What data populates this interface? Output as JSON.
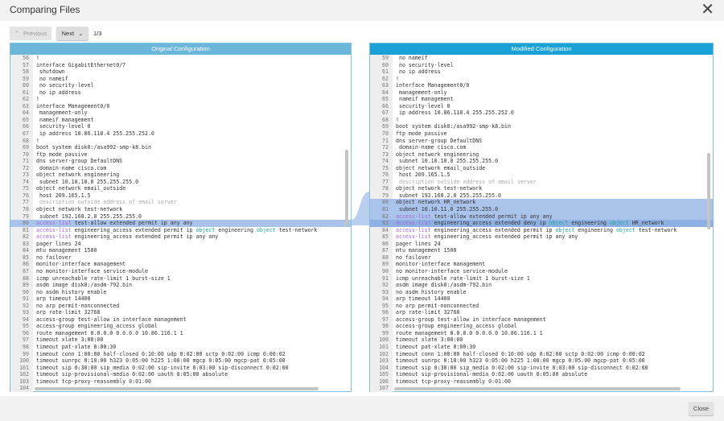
{
  "title": "Comparing Files",
  "nav": {
    "previous": "Previous",
    "next": "Next",
    "page": "1/3"
  },
  "footer": {
    "close": "Close"
  },
  "original": {
    "header": "Original Configuration",
    "start": 56,
    "highlight": [
      80
    ],
    "lines": [
      "!",
      "interface GigabitEthernet0/7",
      " shutdown",
      " no nameif",
      " no security-level",
      " no ip address",
      "!",
      "interface Management0/0",
      " management-only",
      " nameif management",
      " security-level 0",
      " ip address 10.86.118.4 255.255.252.0",
      "!",
      "boot system disk0:/asa992-smp-k8.bin",
      "ftp mode passive",
      "dns server-group DefaultDNS",
      " domain-name cisco.com",
      "object network engineering",
      " subnet 10.10.10.0 255.255.255.0",
      "object network email_outside",
      " host 209.165.1.5",
      " description outside address of email server",
      "object network test-network",
      " subnet 192.168.2.0 255.255.255.0",
      "access-list test-allow extended permit ip any any",
      "access-list engineering_access extended permit ip object engineering object test-network",
      "access-list engineering_access extended permit ip any any",
      "pager lines 24",
      "mtu management 1500",
      "no failover",
      "monitor-interface management",
      "no monitor-interface service-module",
      "icmp unreachable rate-limit 1 burst-size 1",
      "asdm image disk0:/asdm-792.bin",
      "no asdm history enable",
      "arp timeout 14400",
      "no arp permit-nonconnected",
      "arp rate-limit 32768",
      "access-group test-allow in interface management",
      "access-group engineering_access global",
      "route management 0.0.0.0 0.0.0.0 10.86.116.1 1",
      "timeout xlate 3:00:00",
      "timeout pat-xlate 0:00:30",
      "timeout conn 1:00:00 half-closed 0:10:00 udp 0:02:00 sctp 0:02:00 icmp 0:00:02",
      "timeout sunrpc 0:10:00 h323 0:05:00 h225 1:00:00 mgcp 0:05:00 mgcp-pat 0:05:00",
      "timeout sip 0:30:00 sip_media 0:02:00 sip-invite 0:03:00 sip-disconnect 0:02:00",
      "timeout sip-provisional-media 0:02:00 uauth 0:05:00 absolute",
      "timeout tcp-proxy-reassembly 0:01:00",
      ""
    ]
  },
  "modified": {
    "header": "Modified Configuration",
    "start": 59,
    "highlight": [
      80,
      81,
      82
    ],
    "highlight_strong": [
      83
    ],
    "lines": [
      " no nameif",
      " no security-level",
      " no ip address",
      "!",
      "interface Management0/0",
      " management-only",
      " nameif management",
      " security-level 0",
      " ip address 10.86.118.4 255.255.252.0",
      "!",
      "boot system disk0:/asa992-smp-k8.bin",
      "ftp mode passive",
      "dns server-group DefaultDNS",
      " domain-name cisco.com",
      "object network engineering",
      " subnet 10.10.10.0 255.255.255.0",
      "object network email_outside",
      " host 209.165.1.5",
      " description outside address of email server",
      "object network test-network",
      " subnet 192.168.2.0 255.255.255.0",
      "object network HR_network",
      " subnet 10.10.11.0 255.255.255.0",
      "access-list test-allow extended permit ip any any",
      "access-list engineering_access extended deny ip object engineering object HR_network",
      "access-list engineering_access extended permit ip object engineering object test-network",
      "access-list engineering_access extended permit ip any any",
      "pager lines 24",
      "mtu management 1500",
      "no failover",
      "monitor-interface management",
      "no monitor-interface service-module",
      "icmp unreachable rate-limit 1 burst-size 1",
      "asdm image disk0:/asdm-792.bin",
      "no asdm history enable",
      "arp timeout 14400",
      "no arp permit-nonconnected",
      "arp rate-limit 32768",
      "access-group test-allow in interface management",
      "access-group engineering_access global",
      "route management 0.0.0.0 0.0.0.0 10.86.116.1 1",
      "timeout xlate 3:00:00",
      "timeout pat-xlate 0:00:30",
      "timeout conn 1:00:00 half-closed 0:10:00 udp 0:02:00 sctp 0:02:00 icmp 0:00:02",
      "timeout sunrpc 0:10:00 h323 0:05:00 h225 1:00:00 mgcp 0:05:00 mgcp-pat 0:05:00",
      "timeout sip 0:30:00 sip_media 0:02:00 sip-invite 0:03:00 sip-disconnect 0:02:00",
      "timeout sip-provisional-media 0:02:00 uauth 0:05:00 absolute",
      "timeout tcp-proxy-reassembly 0:01:00",
      ""
    ]
  }
}
